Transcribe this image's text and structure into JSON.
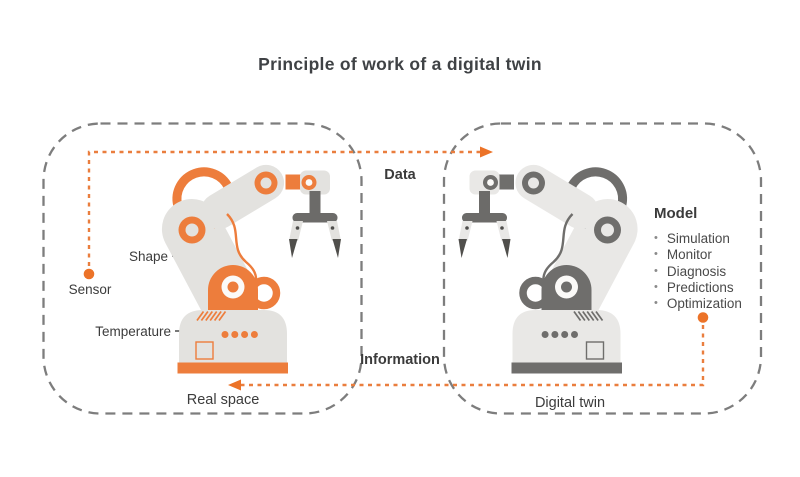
{
  "title": "Principle of work of a digital twin",
  "real_space": {
    "label": "Real space",
    "annotations": {
      "sensor": "Sensor",
      "shape": "Shape",
      "temperature": "Temperature"
    }
  },
  "digital_twin": {
    "label": "Digital twin",
    "model": {
      "title": "Model",
      "items": [
        "Simulation",
        "Monitor",
        "Diagnosis",
        "Predictions",
        "Optimization"
      ]
    }
  },
  "flows": {
    "data": "Data",
    "information": "Information"
  },
  "colors": {
    "accent_orange": "#ed7d3c",
    "flow_orange": "#ea7e3e",
    "robot_dark_gray": "#6f6e6c",
    "robot_body_gray": "#e3e2df",
    "box_dash_gray": "#7d7d7d",
    "text_dark": "#3c3c3c"
  }
}
